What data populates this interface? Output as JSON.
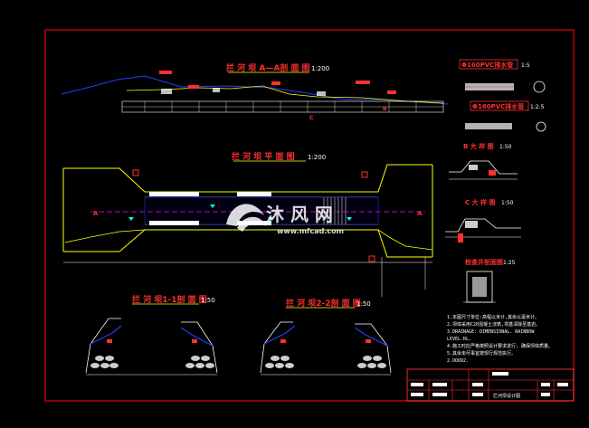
{
  "drawing": {
    "colors": {
      "background": "#000000",
      "frame": "#c00000",
      "outline": "#ffff00",
      "water": "#2040ff",
      "fill_white": "#ffffff",
      "label_red": "#ff3030",
      "cyan": "#00ffff",
      "magenta": "#ff00ff"
    },
    "titles": {
      "profile": "拦 河 坝 A—A剖 面 图",
      "profile_scale": "1:200",
      "plan": "拦 河 坝 平 面 图",
      "plan_scale": "1:200",
      "section1": "拦 河 坝1-1剖 面 图",
      "section1_scale": "1:50",
      "section2": "拦 河 坝2-2剖 面 图",
      "section2_scale": "1:50",
      "detail_pipe": "Φ160PVC排水管",
      "detail_pipe_scale": "1:5",
      "detail_pipe2": "Φ160PVC排水管",
      "detail_pipe2_scale": "1:2.5",
      "detail_b": "B 大 样 图",
      "detail_b_scale": "1:50",
      "detail_c": "C 大 样 图",
      "detail_c_scale": "1:50",
      "detail_well": "检查井剖面图",
      "detail_well_scale": "1:25"
    },
    "markers": {
      "section_a_left": "A",
      "section_a_right": "A"
    },
    "notes": [
      "1.本图尺寸单位:高程以米计,其余以毫米计。",
      "2.坝体采用C20混凝土浇筑,坝基清除至基岩。",
      "3.DRAINAGE: DIMENSIONAL. RAINBOW",
      "  LEVEL.RL.",
      "4.施工时应严格按照设计要求进行, 确保坝体质量。",
      "5.其余未尽事宜按现行规范执行。",
      "  2.OOOO2."
    ],
    "title_block": {
      "drawing_name": "拦河坝设计图"
    },
    "watermark": {
      "brand": "沐 风 网",
      "url": "www.mfcad.com"
    }
  }
}
